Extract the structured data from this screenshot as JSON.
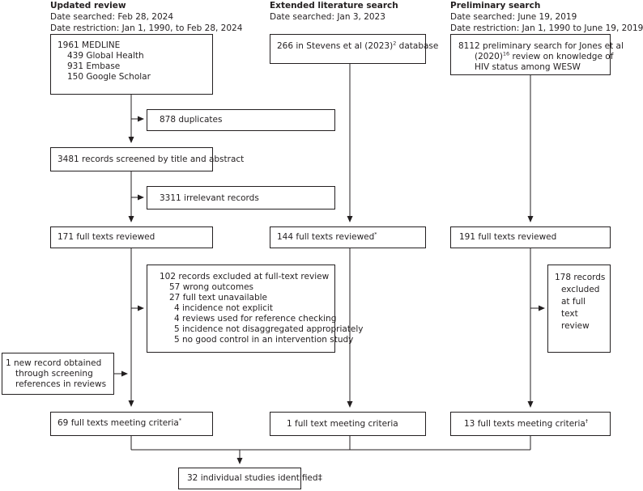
{
  "columns": {
    "updated": {
      "title": "Updated review",
      "searched": "Date searched: Feb 28, 2024",
      "restriction": "Date restriction: Jan 1, 1990, to Feb 28, 2024"
    },
    "extended": {
      "title": "Extended literature search",
      "searched": "Date searched: Jan 3, 2023"
    },
    "preliminary": {
      "title": "Preliminary search",
      "searched": "Date searched: June 19, 2019",
      "restriction": "Date restriction: Jan 1, 1990 to June 19, 2019"
    }
  },
  "updated_flow": {
    "sources": [
      "1961 MEDLINE",
      "439 Global Health",
      "931 Embase",
      "150 Google Scholar"
    ],
    "duplicates": "878 duplicates",
    "screened": "3481 records screened by title and abstract",
    "irrelevant": "3311 irrelevant records",
    "full_texts": "171 full texts reviewed",
    "excluded_title": "102 records excluded at full-text review",
    "excluded_items": [
      "57 wrong outcomes",
      "27 full text unavailable",
      "4 incidence not explicit",
      "4 reviews used for reference checking",
      "5 incidence not disaggregated appropriately",
      "5 no good control in an intervention study"
    ],
    "new_record": [
      "1 new record obtained",
      "through screening",
      "references in reviews"
    ],
    "meeting": "69 full texts meeting criteria",
    "meeting_mark": "*"
  },
  "extended_flow": {
    "source_pre": "266 in Stevens et al (2023)",
    "source_sup": "2",
    "source_post": " database",
    "full_texts": "144 full texts reviewed",
    "full_texts_mark": "*",
    "meeting": "1 full text meeting criteria"
  },
  "preliminary_flow": {
    "source_line1": "8112 preliminary search for Jones et al",
    "source_line2_pre": "(2020)",
    "source_line2_sup": "16",
    "source_line2_post": " review on knowledge of",
    "source_line3": "HIV status among WESW",
    "full_texts": "191 full texts reviewed",
    "excluded": [
      "178 records",
      "excluded",
      "at full",
      "text",
      "review"
    ],
    "meeting": "13 full texts meeting criteria",
    "meeting_mark": "†"
  },
  "final": {
    "label": "32 individual studies identified",
    "mark": "‡"
  }
}
